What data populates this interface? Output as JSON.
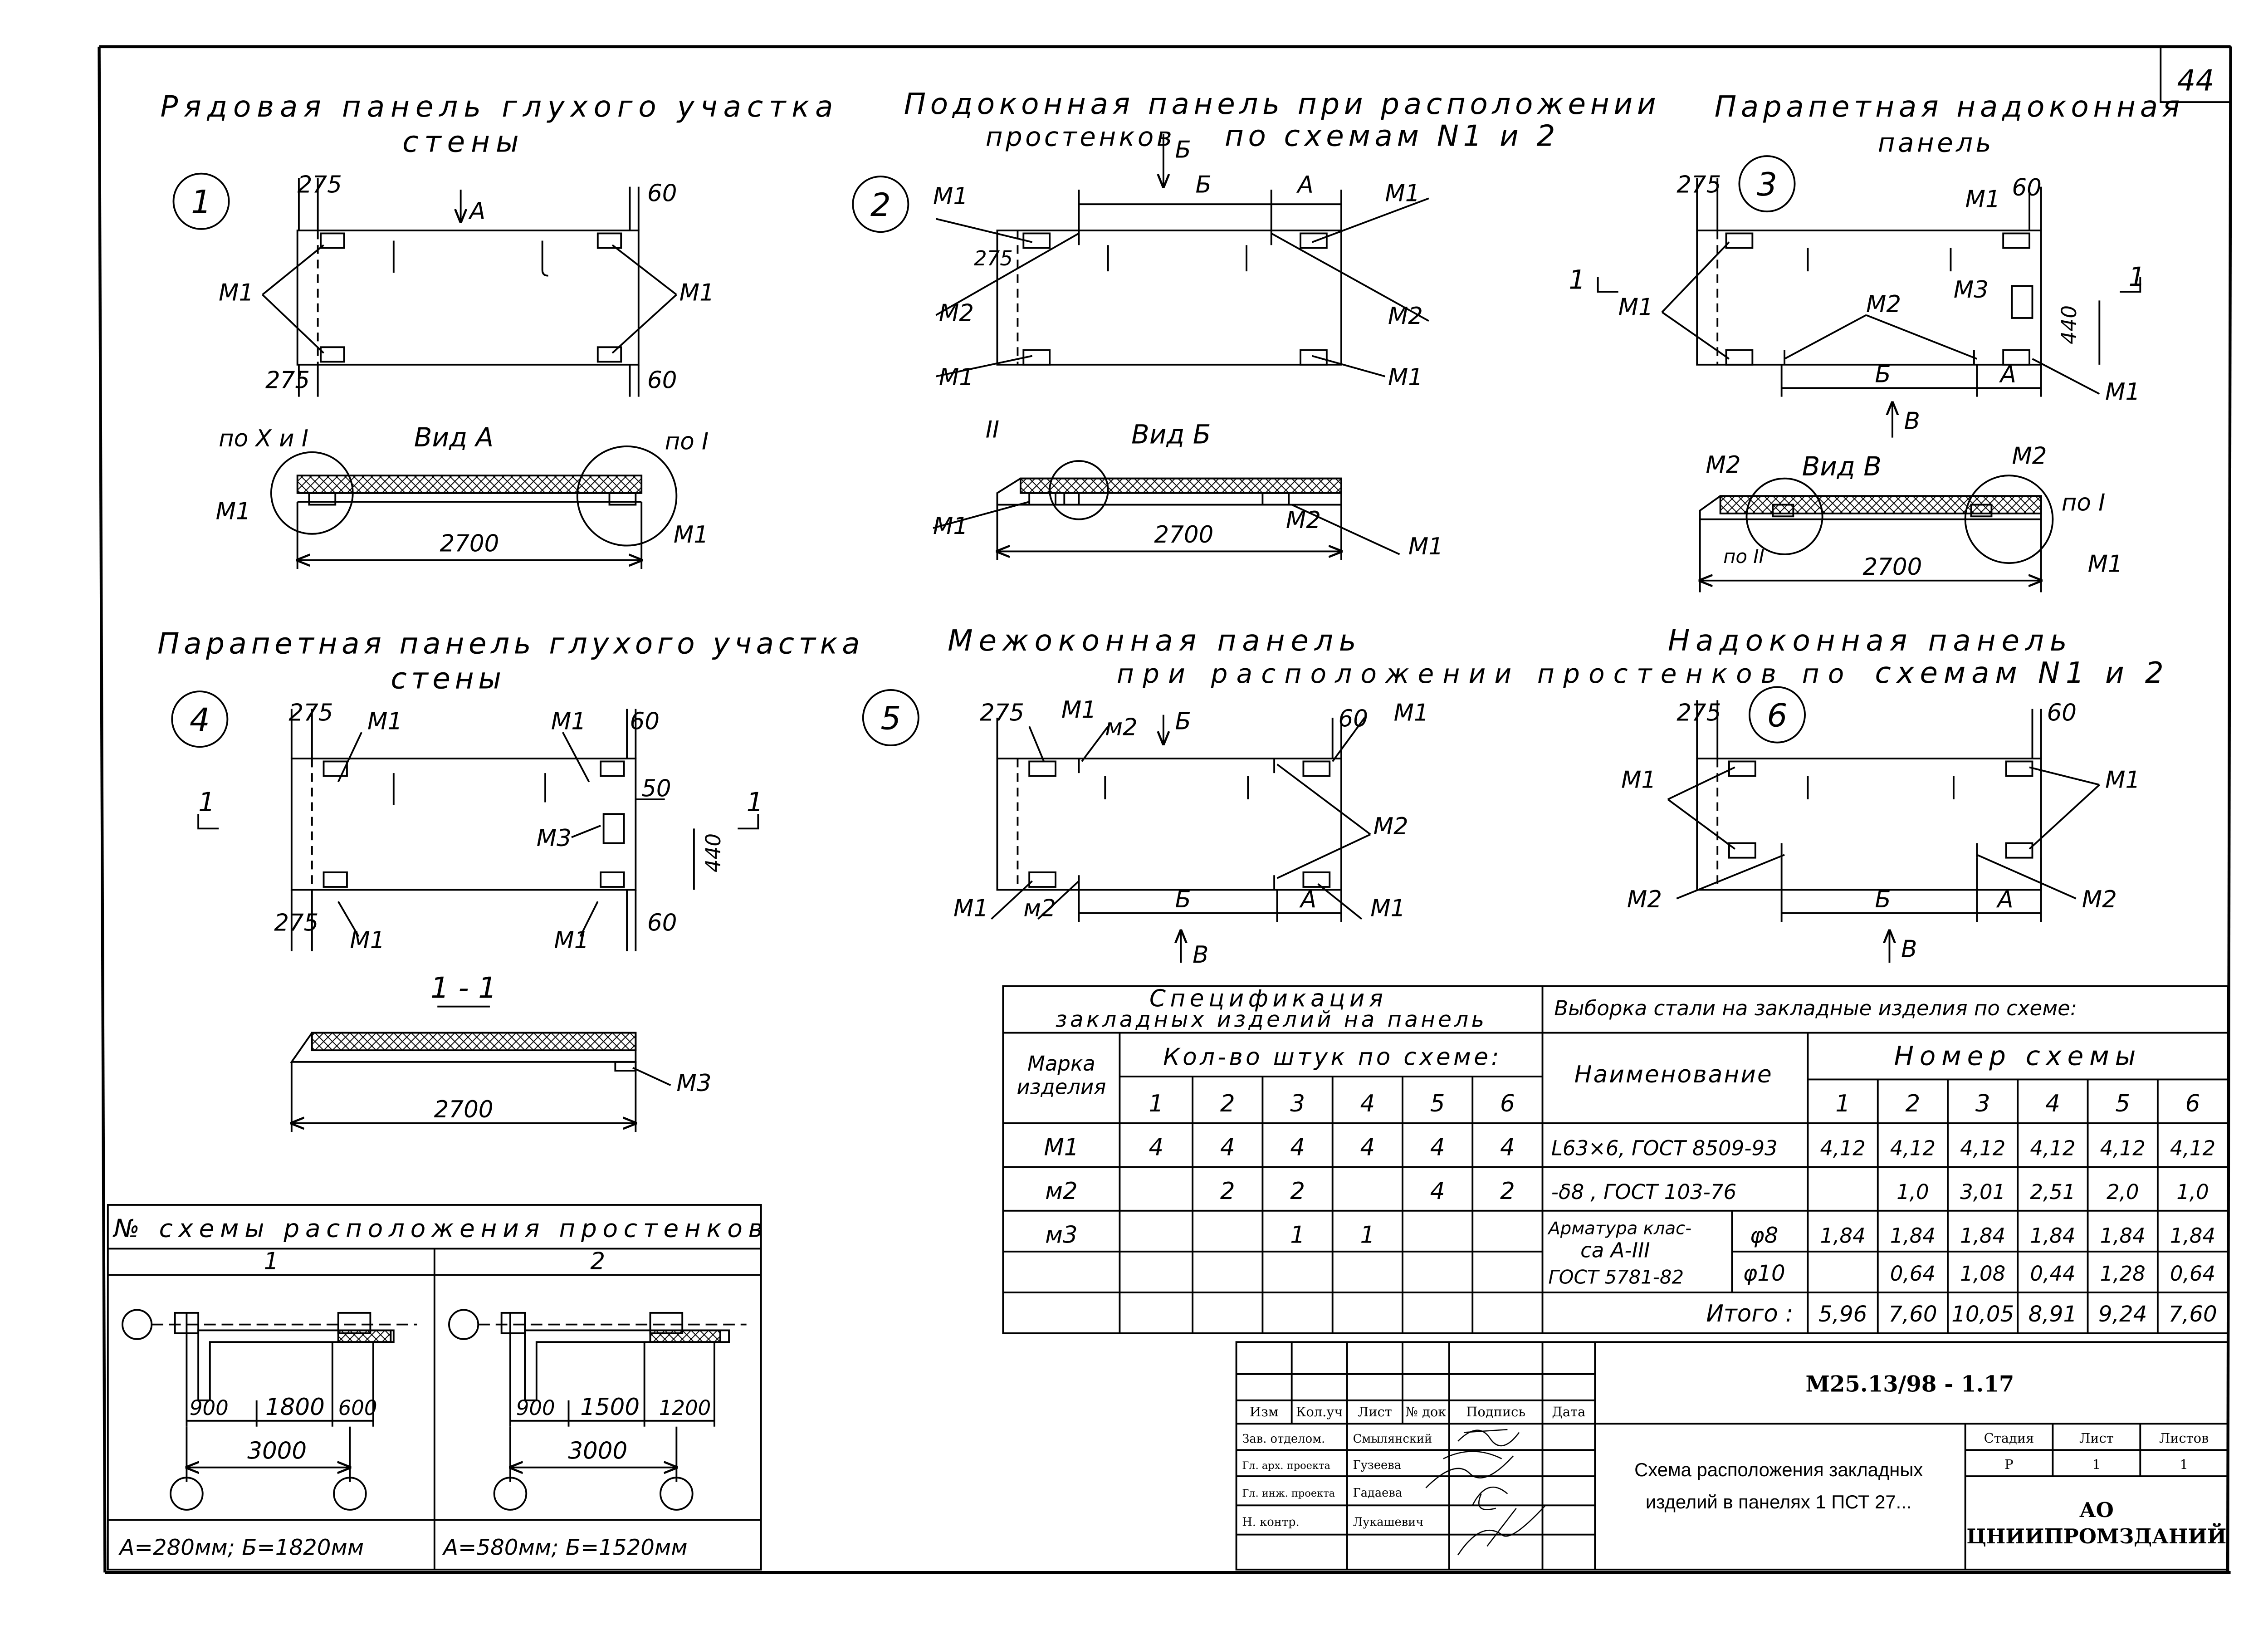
{
  "sheet_number": "44",
  "panels": {
    "p1": {
      "num": "1",
      "title1": "Рядовая панель глухого участка",
      "title2": "стены",
      "dim_left_top": "275",
      "dim_left_bot": "275",
      "dim_right_top": "60",
      "dim_right_bot": "60",
      "arrow": "А",
      "m_left": "М1",
      "m_right": "М1",
      "view": "Вид А",
      "ref_left": "по Х и I",
      "ref_right": "по I",
      "m_view_left": "М1",
      "m_view_right": "М1",
      "length": "2700"
    },
    "p2": {
      "num": "2",
      "title1": "Подоконная панель при расположении",
      "title2": "простенков",
      "title3": "по схемам N1 и 2",
      "arrow": "Б",
      "dim_b": "Б",
      "dim_a": "А",
      "dim_left": "275",
      "m1_tl": "М1",
      "m2_l": "М2",
      "m1_bl": "М1",
      "m1_tr": "М1",
      "m2_r": "М2",
      "m1_br": "М1",
      "view": "Вид Б",
      "ref": "II",
      "m_view_left": "М1",
      "m_view_mid": "М2",
      "m_view_right": "М1",
      "length": "2700"
    },
    "p3": {
      "num": "3",
      "title1": "Парапетная надоконная",
      "title2": "панель",
      "dim_left": "275",
      "dim_right": "60",
      "m1_left": "М1",
      "m2_mid": "М2",
      "m3": "М3",
      "m1_tr": "М1",
      "m1_br": "М1",
      "dim_440": "440",
      "dim_b": "Б",
      "dim_a": "А",
      "arrow": "В",
      "sec": "1",
      "view": "Вид В",
      "m2_view_left": "М2",
      "m2_view_right": "М2",
      "ref_right": "по I",
      "ref_left": "по II",
      "m1_view": "М1",
      "length": "2700"
    },
    "p4": {
      "num": "4",
      "title1": "Парапетная панель глухого участка",
      "title2": "стены",
      "dim_left_top": "275",
      "dim_left_bot": "275",
      "dim_right_top": "60",
      "dim_right_bot": "60",
      "dim_50": "50",
      "dim_440": "440",
      "m1_tl": "М1",
      "m1_tr": "М1",
      "m1_bl": "М1",
      "m1_br": "М1",
      "m3": "М3",
      "sec": "1",
      "section_title": "1 - 1",
      "m3_section": "М3",
      "length": "2700"
    },
    "p5": {
      "num": "5",
      "title1": "Межоконная панель",
      "title2": "при расположении простенков по",
      "dim_left": "275",
      "dim_right": "60",
      "arrow": "Б",
      "arrow_bot": "В",
      "dim_b": "Б",
      "dim_a": "А",
      "m1_tl": "М1",
      "m2_tl": "м2",
      "m1_tr": "М1",
      "m2_r": "М2",
      "m1_bl": "М1",
      "m2_bl": "м2",
      "m1_br": "М1"
    },
    "p6": {
      "num": "6",
      "title": "Надоконная панель",
      "title2": "схемам N1 и 2",
      "dim_left": "275",
      "dim_right": "60",
      "m1_l": "М1",
      "m1_r": "М1",
      "m2_l": "М2",
      "m2_r": "М2",
      "dim_b": "Б",
      "dim_a": "А",
      "arrow": "В"
    }
  },
  "spec_table": {
    "title1": "Спецификация",
    "title2": "закладных изделий на панель",
    "col_mark": [
      "Марка",
      "изделия"
    ],
    "col_count": "Кол-во штук по схеме:",
    "schemes": [
      "1",
      "2",
      "3",
      "4",
      "5",
      "6"
    ],
    "rows": [
      {
        "mark": "М1",
        "counts": [
          "4",
          "4",
          "4",
          "4",
          "4",
          "4"
        ]
      },
      {
        "mark": "м2",
        "counts": [
          "",
          "2",
          "2",
          "",
          "4",
          "2"
        ]
      },
      {
        "mark": "м3",
        "counts": [
          "",
          "",
          "1",
          "1",
          "",
          ""
        ]
      }
    ]
  },
  "steel_table": {
    "title": "Выборка стали на закладные изделия по схеме:",
    "col_name": "Наименование",
    "col_scheme": "Номер схемы",
    "schemes": [
      "1",
      "2",
      "3",
      "4",
      "5",
      "6"
    ],
    "rows": [
      {
        "name": "L63×6, ГОСТ 8509-93",
        "values": [
          "4,12",
          "4,12",
          "4,12",
          "4,12",
          "4,12",
          "4,12"
        ]
      },
      {
        "name": "-δ8 , ГОСТ 103-76",
        "values": [
          "",
          "1,0",
          "3,01",
          "2,51",
          "2,0",
          "1,0"
        ]
      }
    ],
    "rebar_name": [
      "Арматура клас-",
      "са А-III",
      "ГОСТ 5781-82"
    ],
    "rebar_rows": [
      {
        "dia": "φ8",
        "values": [
          "1,84",
          "1,84",
          "1,84",
          "1,84",
          "1,84",
          "1,84"
        ]
      },
      {
        "dia": "φ10",
        "values": [
          "",
          "0,64",
          "1,08",
          "0,44",
          "1,28",
          "0,64"
        ]
      }
    ],
    "total_label": "Итого :",
    "totals": [
      "5,96",
      "7,60",
      "10,05",
      "8,91",
      "9,24",
      "7,60"
    ]
  },
  "scheme_table": {
    "title": "№ схемы расположения простенков",
    "cols": [
      "1",
      "2"
    ],
    "s1": {
      "d1": "900",
      "d2": "1800",
      "d3": "600",
      "total": "3000",
      "caption": "А=280мм; Б=1820мм"
    },
    "s2": {
      "d1": "900",
      "d2": "1500",
      "d3": "1200",
      "total": "3000",
      "caption": "А=580мм; Б=1520мм"
    }
  },
  "title_block": {
    "doc_code": "М25.13/98 - 1.17",
    "headers": [
      "Изм",
      "Кол.уч",
      "Лист",
      "№ док",
      "Подпись",
      "Дата"
    ],
    "roles": [
      "Зав. отделом.",
      "Гл. арх. проекта",
      "Гл. инж. проекта",
      "Н. контр."
    ],
    "names": [
      "Смылянский",
      "Гузеева",
      "Гадаева",
      "Лукашевич"
    ],
    "description1": "Схема расположения закладных",
    "description2": "изделий в панелях 1 ПСТ 27...",
    "stage_label": "Стадия",
    "sheet_label": "Лист",
    "sheets_label": "Листов",
    "stage": "Р",
    "sheet": "1",
    "sheets": "1",
    "org1": "АО",
    "org2": "ЦНИИПРОМЗДАНИЙ"
  }
}
